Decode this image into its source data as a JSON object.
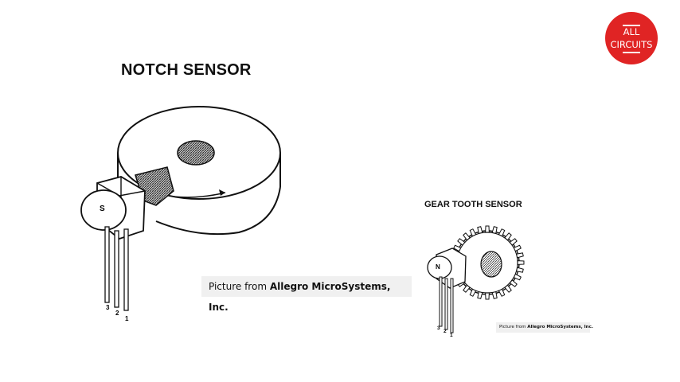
{
  "logo": {
    "line1": "ALL",
    "line2": "CIRCUITS",
    "color": "#e02424"
  },
  "notch_sensor": {
    "title": "NOTCH SENSOR",
    "sensor_letter": "S",
    "pins": [
      "3",
      "2",
      "1"
    ],
    "credit_prefix": "Picture from",
    "credit_source": "Allegro MicroSystems, Inc."
  },
  "gear_sensor": {
    "title": "GEAR TOOTH SENSOR",
    "sensor_letter": "N",
    "pins": [
      "3",
      "2",
      "1"
    ],
    "credit_prefix": "Picture from",
    "credit_source": "Allegro MicroSystems, Inc."
  }
}
